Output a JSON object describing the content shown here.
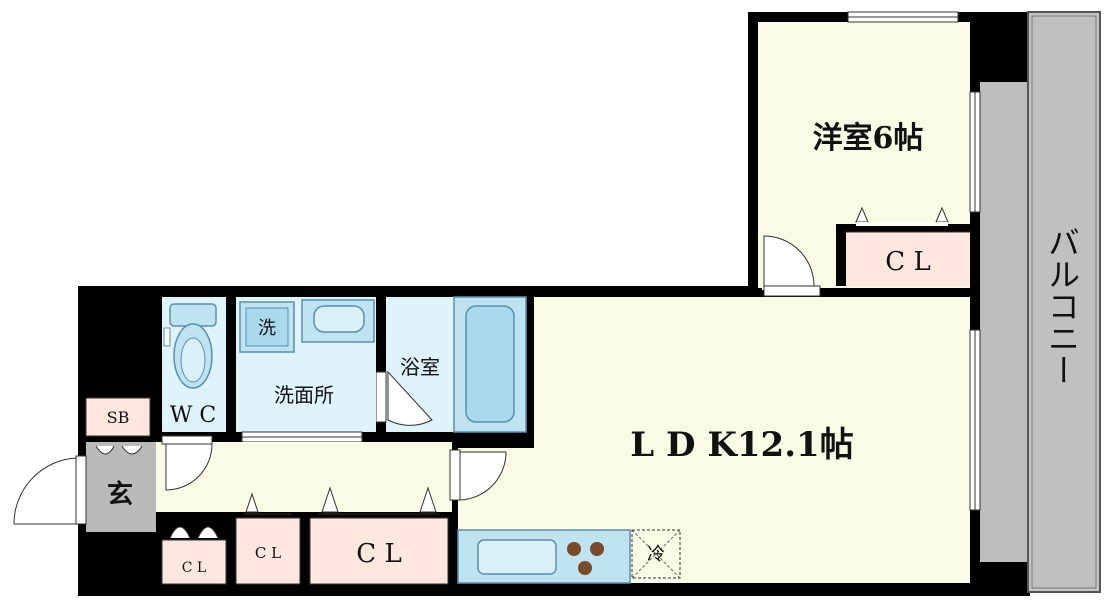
{
  "rooms": {
    "western_room": "洋室6帖",
    "closet_upper": "C L",
    "balcony": "バルコニー",
    "ldk": "L D K12.1帖",
    "bath": "浴室",
    "washroom": "洗面所",
    "washer": "洗",
    "wc": "W C",
    "shoebox": "SB",
    "entrance": "玄",
    "closet_small_a": "C L",
    "closet_small_b": "C L",
    "closet_large": "C L",
    "fridge": "冷"
  },
  "colors": {
    "wall": "#000000",
    "room_fill": "#fafbe4",
    "closet_fill": "#fde7df",
    "water_fill": "#dff3fb",
    "fixture_fill": "#bfe3f1",
    "fixture_stroke": "#5a8fb0",
    "balcony_fill": "#bdbdbd",
    "entrance_fill": "#b9b9b9",
    "stove_fill": "#7a4a2a"
  }
}
